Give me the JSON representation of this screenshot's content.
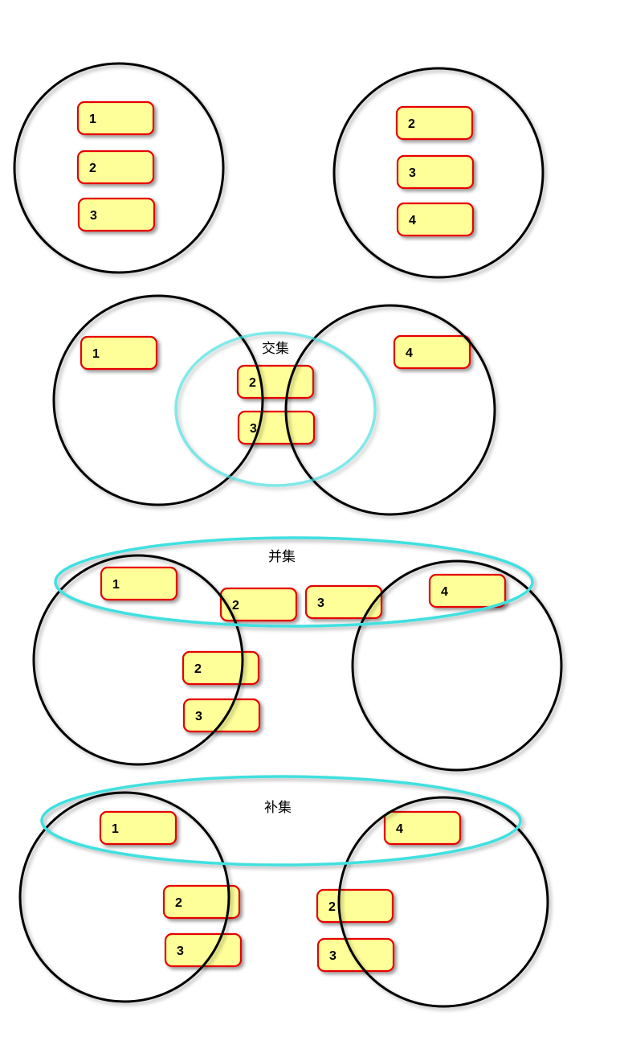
{
  "sets": {
    "set_a": {
      "items": [
        "1",
        "2",
        "3"
      ]
    },
    "set_b": {
      "items": [
        "2",
        "3",
        "4"
      ]
    }
  },
  "intersection": {
    "label": "交集",
    "set_a_only": [
      "1"
    ],
    "common": [
      "2",
      "3"
    ],
    "set_b_only": [
      "4"
    ]
  },
  "union": {
    "label": "并集",
    "highlighted": [
      "1",
      "2",
      "3",
      "4"
    ],
    "set_a_remaining": [
      "2",
      "3"
    ]
  },
  "complement": {
    "label": "补集",
    "highlighted": [
      "1",
      "4"
    ],
    "set_a_remaining": [
      "2",
      "3"
    ],
    "set_b_remaining": [
      "2",
      "3"
    ]
  },
  "colors": {
    "background": "#ffffff",
    "item_fill": "#ffff99",
    "item_border": "#e60000",
    "item_text": "#000000",
    "set_outline": "#000000",
    "highlight_outline": "#40e0e0"
  }
}
